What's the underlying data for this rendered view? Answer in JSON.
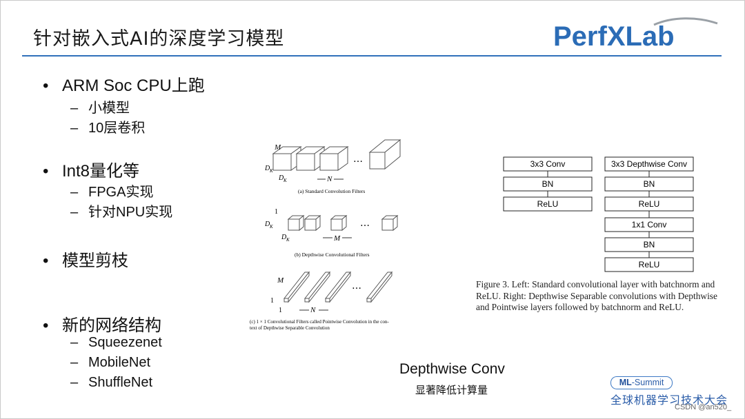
{
  "slide": {
    "title": "针对嵌入式AI的深度学习模型",
    "logo_text": "PerfXLab",
    "colors": {
      "accent": "#2f6fba",
      "logo_blue": "#2b6cb6",
      "logo_gray": "#8a8f96"
    }
  },
  "bullets": [
    {
      "text": "ARM Soc CPU上跑",
      "subs": [
        "小模型",
        "10层卷积"
      ]
    },
    {
      "text": "Int8量化等",
      "subs": [
        "FPGA实现",
        "针对NPU实现"
      ]
    },
    {
      "text": "模型剪枝",
      "subs": []
    },
    {
      "text": "新的网络结构",
      "subs": [
        "Squeezenet",
        "MobileNet",
        "ShuffleNet"
      ]
    }
  ],
  "filters_figure": {
    "a": {
      "caption": "(a) Standard Convolution Filters",
      "label_m": "M",
      "label_dk": "D",
      "label_dk2": "D",
      "label_n": "N",
      "sub": "K"
    },
    "b": {
      "caption": "(b) Depthwise Convolutional Filters",
      "label_1": "1",
      "label_dk": "D",
      "label_dk2": "D",
      "label_m": "M",
      "sub": "K"
    },
    "c": {
      "caption_l1": "(c) 1 × 1 Convolutional Filters called Pointwise Convolution in the con-",
      "caption_l2": "text of Depthwise Separable Convolution",
      "label_m": "M",
      "label_1a": "1",
      "label_1b": "1",
      "label_n": "N"
    },
    "ellipsis": "…"
  },
  "network_diagram": {
    "left": [
      "3x3 Conv",
      "BN",
      "ReLU"
    ],
    "right": [
      "3x3 Depthwise Conv",
      "BN",
      "ReLU",
      "1x1 Conv",
      "BN",
      "ReLU"
    ],
    "caption": "Figure 3. Left: Standard convolutional layer with batchnorm and ReLU. Right: Depthwise Separable convolutions with Depthwise and Pointwise layers followed by batchnorm and ReLU."
  },
  "footer": {
    "title": "Depthwise Conv",
    "subtitle": "显著降低计算量",
    "summit_prefix": "ML",
    "summit_suffix": "-Summit",
    "summit_name": "全球机器学习技术大会",
    "watermark": "CSDN @an520_"
  }
}
